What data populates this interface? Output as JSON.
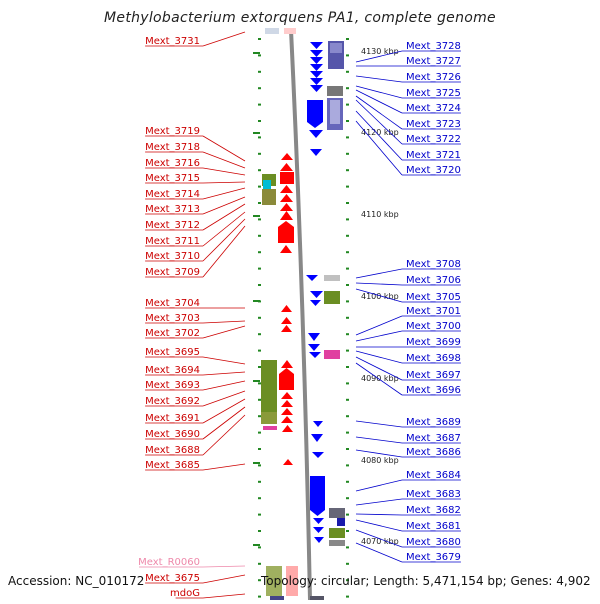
{
  "title": "Methylobacterium extorquens PA1, complete genome",
  "footer": {
    "accession": "Accession: NC_010172",
    "topology": "Topology: circular; Length: 5,471,154 bp; Genes: 4,902"
  },
  "colors": {
    "left_label": "#cc0000",
    "right_label": "#0000cc",
    "rna_label": "#ee88aa",
    "forward_strand": "#ff0000",
    "reverse_strand": "#0000ff",
    "backbone": "#888888",
    "tick": "#228822"
  },
  "ruler": [
    "4130 kbp",
    "4120 kbp",
    "4110 kbp",
    "4100 kbp",
    "4090 kbp",
    "4080 kbp",
    "4070 kbp"
  ],
  "left_genes": [
    "Mext_3731",
    "Mext_3719",
    "Mext_3718",
    "Mext_3716",
    "Mext_3715",
    "Mext_3714",
    "Mext_3713",
    "Mext_3712",
    "Mext_3711",
    "Mext_3710",
    "Mext_3709",
    "Mext_3704",
    "Mext_3703",
    "Mext_3702",
    "Mext_3695",
    "Mext_3694",
    "Mext_3693",
    "Mext_3692",
    "Mext_3691",
    "Mext_3690",
    "Mext_3688",
    "Mext_3685",
    "Mext_R0060",
    "Mext_3675",
    "mdoG"
  ],
  "right_genes": [
    "Mext_3728",
    "Mext_3727",
    "Mext_3726",
    "Mext_3725",
    "Mext_3724",
    "Mext_3723",
    "Mext_3722",
    "Mext_3721",
    "Mext_3720",
    "Mext_3708",
    "Mext_3706",
    "Mext_3705",
    "Mext_3701",
    "Mext_3700",
    "Mext_3699",
    "Mext_3698",
    "Mext_3697",
    "Mext_3696",
    "Mext_3689",
    "Mext_3687",
    "Mext_3686",
    "Mext_3684",
    "Mext_3683",
    "Mext_3682",
    "Mext_3681",
    "Mext_3680",
    "Mext_3679"
  ]
}
